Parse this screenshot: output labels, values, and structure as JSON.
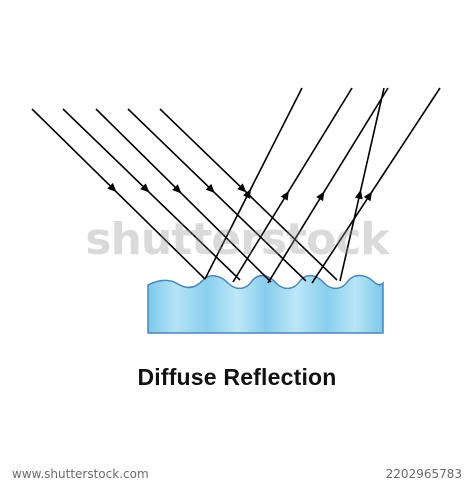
{
  "diagram": {
    "caption": "Diffuse Reflection",
    "incident_ray_count": 5,
    "reflected_ray_count": 5,
    "colors": {
      "ray": "#000000",
      "medium_top": "#8fd1ef",
      "medium_mid": "#b9e6f8",
      "medium_dark": "#6fc1e6",
      "medium_outline": "#4a86b8"
    }
  },
  "watermark": {
    "text": "shutterstock"
  },
  "footer": {
    "url": "www.shutterstock.com",
    "id": "2202965783"
  }
}
